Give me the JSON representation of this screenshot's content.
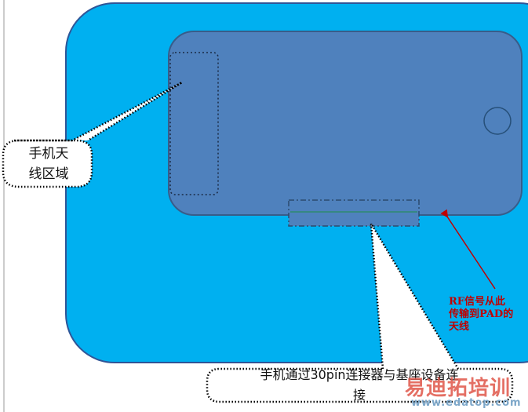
{
  "callouts": {
    "antenna_area": {
      "line1": "手机天",
      "line2": "线区域"
    },
    "connector": {
      "line1": "手机通过30pin连接器与基座设备连",
      "line2": "接"
    },
    "rf_signal": {
      "line1": "RF信号从此",
      "line2": "传输到PAD的",
      "line3": "天线"
    }
  },
  "watermark": {
    "text": "易迪拓培训",
    "url": "www.edatop.com"
  },
  "colors": {
    "base": "#00b0f0",
    "base_outline": "#2f5597",
    "phone": "#4f81bd",
    "phone_outline": "#385d8a",
    "arrow": "#c00000",
    "watermark": "#e0574a"
  }
}
